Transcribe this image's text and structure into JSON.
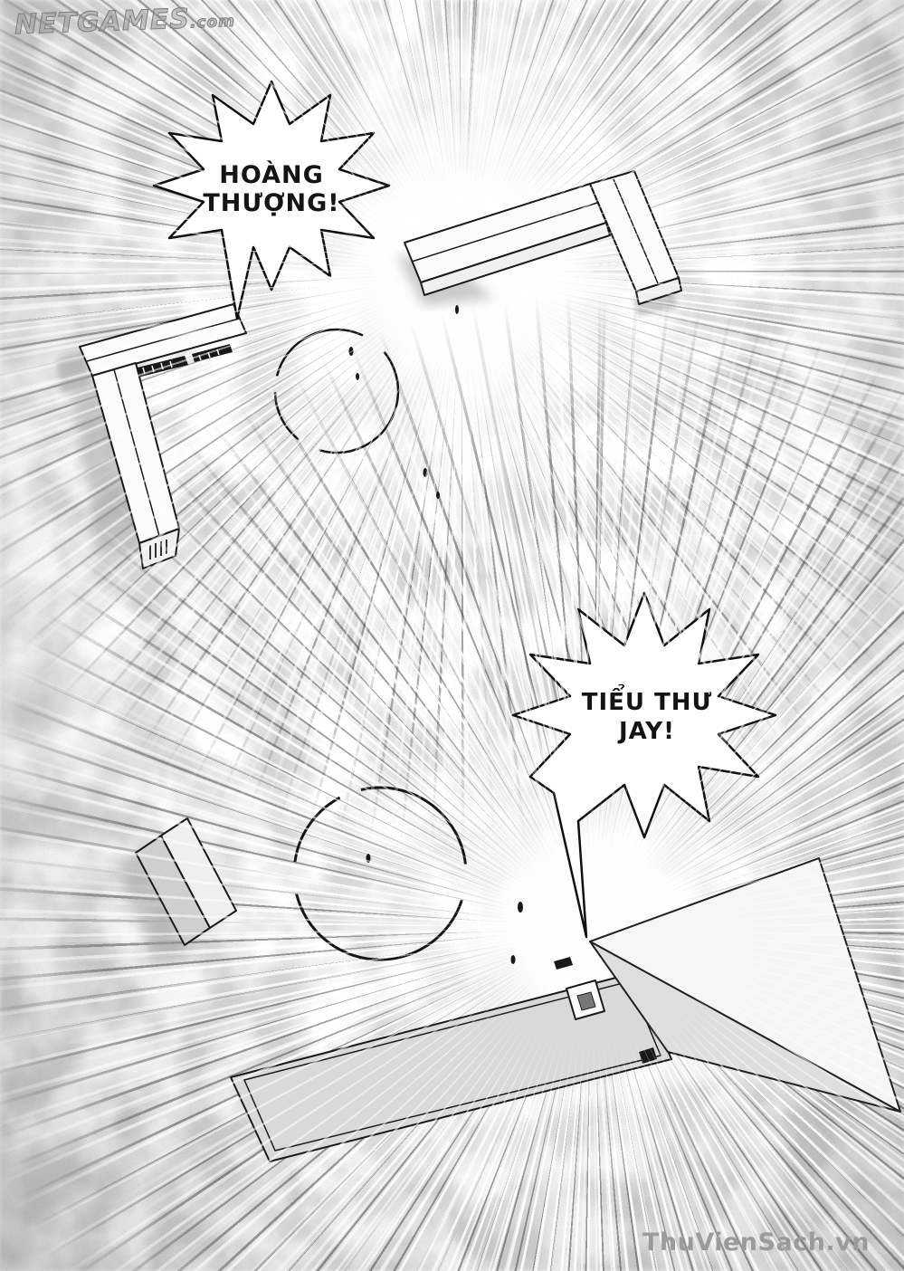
{
  "colors": {
    "ink": "#1a1a1a",
    "paper": "#ffffff",
    "shadow": "#a0a0a0",
    "tone": "#bfbfbf",
    "watermark": "#9b9b9b"
  },
  "watermarks": {
    "top_brand": "NETGAMES",
    "top_suffix": ".com",
    "bottom": "ThuVienSach.vn"
  },
  "speech": {
    "bubble1": {
      "line1": "HOÀNG",
      "line2": "THƯỢNG!"
    },
    "bubble2": {
      "line1": "TIỂU THƯ",
      "line2": "JAY!"
    }
  }
}
